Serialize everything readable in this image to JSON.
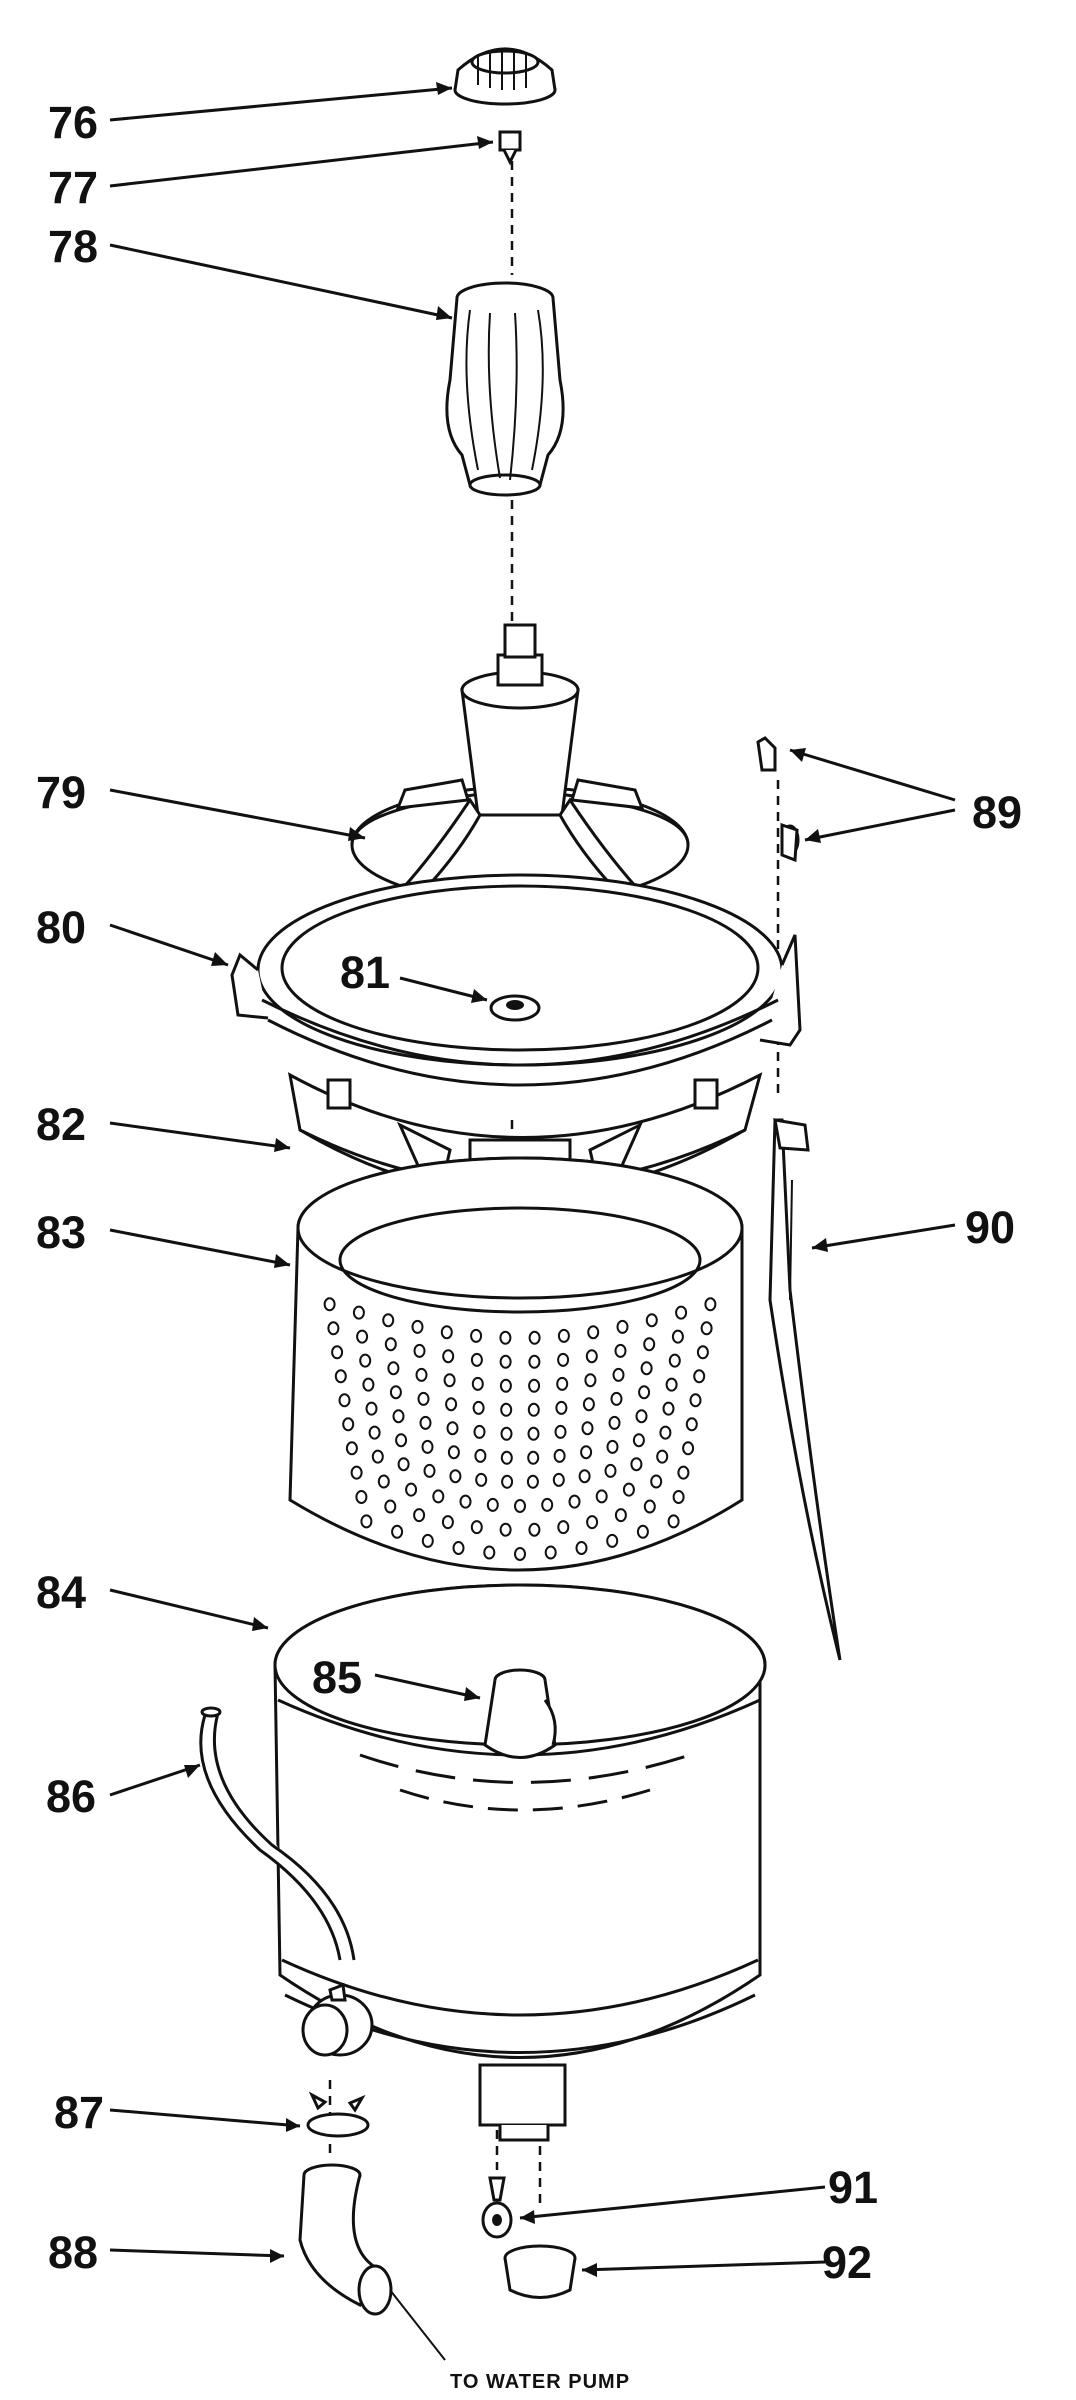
{
  "callouts": {
    "c76": "76",
    "c77": "77",
    "c78": "78",
    "c79": "79",
    "c80": "80",
    "c81": "81",
    "c82": "82",
    "c83": "83",
    "c84": "84",
    "c85": "85",
    "c86": "86",
    "c87": "87",
    "c88": "88",
    "c89": "89",
    "c90": "90",
    "c91": "91",
    "c92": "92"
  },
  "caption": "TO WATER PUMP",
  "colors": {
    "ink": "#111111",
    "paper": "#ffffff"
  }
}
